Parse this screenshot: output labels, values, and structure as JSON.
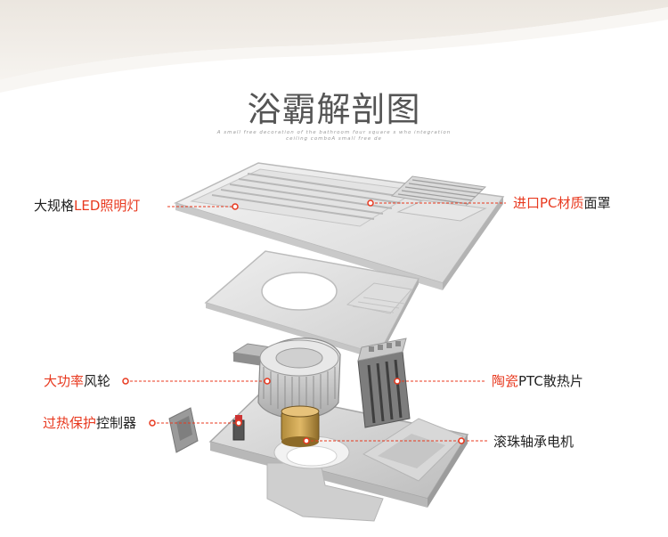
{
  "title": "浴霸解剖图",
  "subtitle_line1": "A small free decoration of the bathroom four square s who integration",
  "subtitle_line2": "ceiling comboA small free de",
  "colors": {
    "accent": "#e8391f",
    "text": "#222222",
    "title": "#555555"
  },
  "labels": {
    "led": {
      "prefix": "大规格",
      "highlight": "LED照明灯",
      "suffix": ""
    },
    "pc_cover": {
      "prefix": "",
      "highlight": "进口PC材质",
      "suffix": "面罩"
    },
    "fan": {
      "prefix": "",
      "highlight": "大功率",
      "suffix": "风轮"
    },
    "ptc": {
      "prefix": "",
      "highlight": "陶瓷",
      "suffix": "PTC散热片"
    },
    "controller": {
      "prefix": "",
      "highlight": "过热保护",
      "suffix": "控制器"
    },
    "motor": {
      "prefix": "",
      "highlight": "",
      "suffix": "滚珠轴承电机"
    }
  }
}
